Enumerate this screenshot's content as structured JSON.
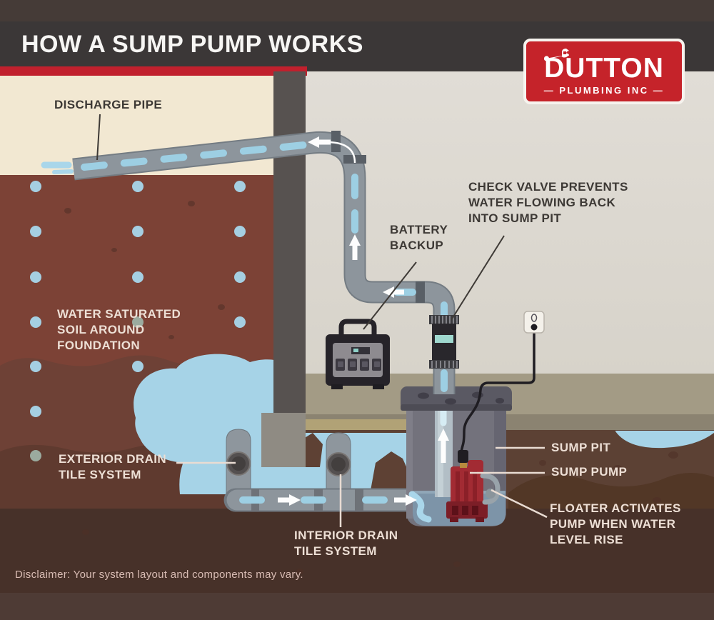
{
  "header": {
    "title": "HOW A SUMP PUMP WORKS"
  },
  "logo": {
    "brand": "DUTTON",
    "subtitle": "— PLUMBING INC —"
  },
  "labels": {
    "discharge_pipe": "DISCHARGE PIPE",
    "water_saturated_soil": "WATER SATURATED SOIL AROUND FOUNDATION",
    "exterior_drain": "EXTERIOR DRAIN TILE SYSTEM",
    "interior_drain": "INTERIOR DRAIN TILE SYSTEM",
    "battery_backup": "BATTERY BACKUP",
    "check_valve": "CHECK VALVE PREVENTS WATER FLOWING BACK INTO SUMP PIT",
    "sump_pit": "SUMP PIT",
    "sump_pump": "SUMP PUMP",
    "floater": "FLOATER ACTIVATES PUMP WHEN WATER LEVEL RISE"
  },
  "footer": {
    "disclaimer": "Disclaimer: Your system layout and components may vary."
  },
  "colors": {
    "title_bar": "#3b3737",
    "accent_red_stripe": "#c1202d",
    "logo_red": "#c5232a",
    "exterior_ground": "#f2e8d2",
    "basement_wall": "#dedad2",
    "soil_upper": "#7c4236",
    "soil_dark": "#473129",
    "water": "#a6d3e7",
    "pipe_gray": "#8d959c",
    "pump_red": "#a22b33",
    "floor_olive": "#a39b85"
  }
}
